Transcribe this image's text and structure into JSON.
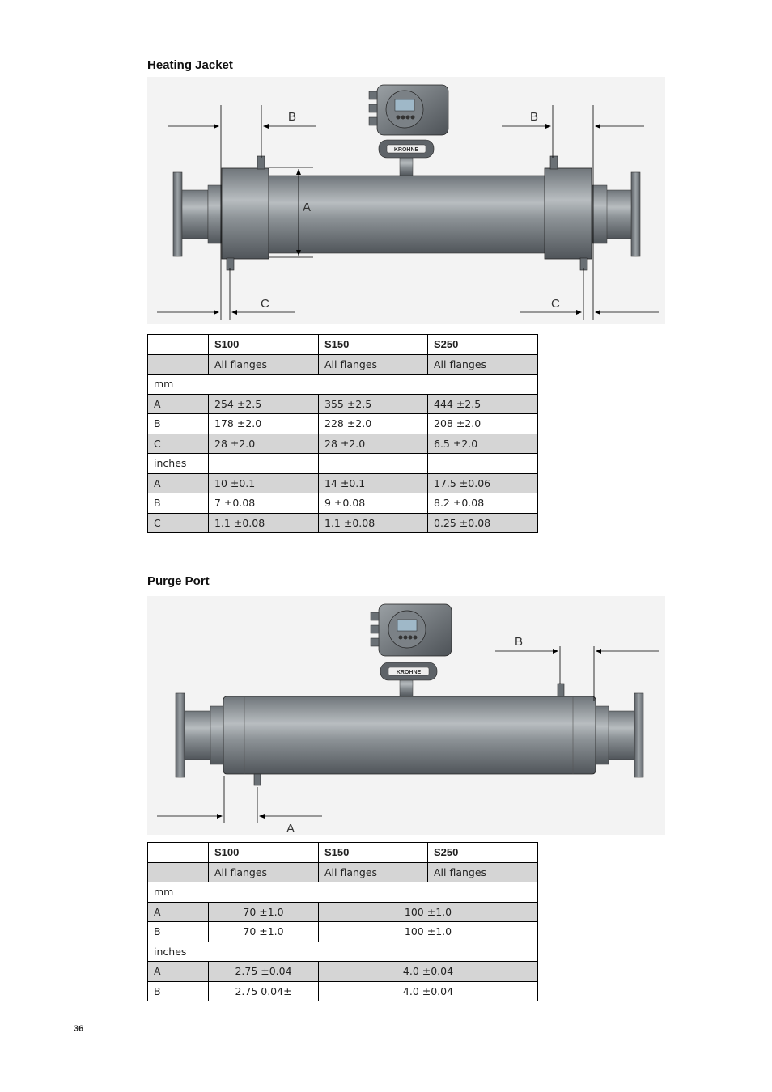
{
  "section1": {
    "title": "Heating Jacket",
    "labels": {
      "b_left": "B",
      "b_right": "B",
      "a": "A",
      "c_left": "C",
      "c_right": "C"
    },
    "logo": "KROHNE",
    "table": {
      "header": [
        "",
        "S100",
        "S150",
        "S250"
      ],
      "subheader": [
        "",
        "All flanges",
        "All flanges",
        "All flanges"
      ],
      "unit_mm": "mm",
      "mm_rows": [
        [
          "A",
          "254 ±2.5",
          "355 ±2.5",
          "444 ±2.5"
        ],
        [
          "B",
          "178 ±2.0",
          "228 ±2.0",
          "208 ±2.0"
        ],
        [
          "C",
          "28 ±2.0",
          "28 ±2.0",
          "6.5 ±2.0"
        ]
      ],
      "unit_inches": "inches",
      "inch_rows": [
        [
          "A",
          "10 ±0.1",
          "14 ±0.1",
          "17.5 ±0.06"
        ],
        [
          "B",
          "7 ±0.08",
          "9 ±0.08",
          "8.2 ±0.08"
        ],
        [
          "C",
          "1.1 ±0.08",
          "1.1 ±0.08",
          "0.25 ±0.08"
        ]
      ]
    }
  },
  "section2": {
    "title": "Purge Port",
    "labels": {
      "b": "B",
      "a": "A"
    },
    "logo": "KROHNE",
    "table": {
      "header": [
        "",
        "S100",
        "S150",
        "S250"
      ],
      "subheader": [
        "",
        "All flanges",
        "All flanges",
        "All flanges"
      ],
      "unit_mm": "mm",
      "mm_rows": [
        [
          "A",
          "70 ±1.0",
          "100 ±1.0"
        ],
        [
          "B",
          "70 ±1.0",
          "100 ±1.0"
        ]
      ],
      "unit_inches": "inches",
      "inch_rows": [
        [
          "A",
          "2.75 ±0.04",
          "4.0 ±0.04"
        ],
        [
          "B",
          "2.75 0.04±",
          "4.0 ±0.04"
        ]
      ]
    }
  },
  "page_number": "36"
}
